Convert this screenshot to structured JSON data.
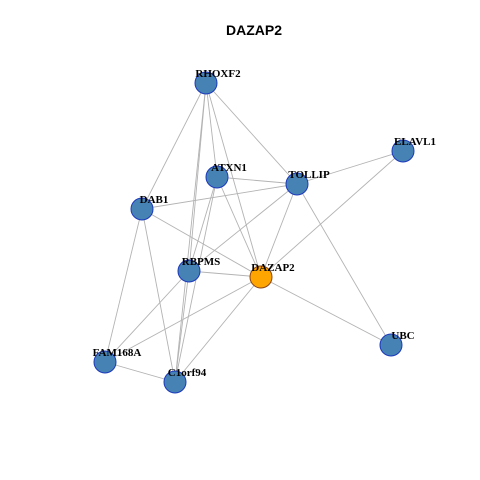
{
  "title": "DAZAP2",
  "colors": {
    "node_default": "#4682b4",
    "node_default_stroke": "#1c39bb",
    "node_focus": "#ffa500",
    "node_focus_stroke": "#8b4513",
    "edge": "#b3b3b3"
  },
  "nodes": [
    {
      "id": "RHOXF2",
      "label": "RHOXF2",
      "focus": false
    },
    {
      "id": "ELAVL1",
      "label": "ELAVL1",
      "focus": false
    },
    {
      "id": "ATXN1",
      "label": "ATXN1",
      "focus": false
    },
    {
      "id": "TOLLIP",
      "label": "TOLLIP",
      "focus": false
    },
    {
      "id": "DAB1",
      "label": "DAB1",
      "focus": false
    },
    {
      "id": "RBPMS",
      "label": "RBPMS",
      "focus": false
    },
    {
      "id": "DAZAP2",
      "label": "DAZAP2",
      "focus": true
    },
    {
      "id": "UBC",
      "label": "UBC",
      "focus": false
    },
    {
      "id": "FAM168A",
      "label": "FAM168A",
      "focus": false
    },
    {
      "id": "C1orf94",
      "label": "C1orf94",
      "focus": false
    }
  ],
  "edges": [
    [
      "RHOXF2",
      "DAB1"
    ],
    [
      "RHOXF2",
      "TOLLIP"
    ],
    [
      "RHOXF2",
      "DAZAP2"
    ],
    [
      "RHOXF2",
      "ATXN1"
    ],
    [
      "RHOXF2",
      "RBPMS"
    ],
    [
      "RHOXF2",
      "C1orf94"
    ],
    [
      "ELAVL1",
      "TOLLIP"
    ],
    [
      "ELAVL1",
      "DAZAP2"
    ],
    [
      "ATXN1",
      "TOLLIP"
    ],
    [
      "ATXN1",
      "DAZAP2"
    ],
    [
      "ATXN1",
      "RBPMS"
    ],
    [
      "ATXN1",
      "C1orf94"
    ],
    [
      "TOLLIP",
      "DAB1"
    ],
    [
      "TOLLIP",
      "RBPMS"
    ],
    [
      "TOLLIP",
      "DAZAP2"
    ],
    [
      "TOLLIP",
      "UBC"
    ],
    [
      "DAB1",
      "DAZAP2"
    ],
    [
      "DAB1",
      "FAM168A"
    ],
    [
      "DAB1",
      "C1orf94"
    ],
    [
      "RBPMS",
      "DAZAP2"
    ],
    [
      "RBPMS",
      "FAM168A"
    ],
    [
      "RBPMS",
      "C1orf94"
    ],
    [
      "DAZAP2",
      "UBC"
    ],
    [
      "DAZAP2",
      "FAM168A"
    ],
    [
      "DAZAP2",
      "C1orf94"
    ],
    [
      "FAM168A",
      "C1orf94"
    ]
  ]
}
